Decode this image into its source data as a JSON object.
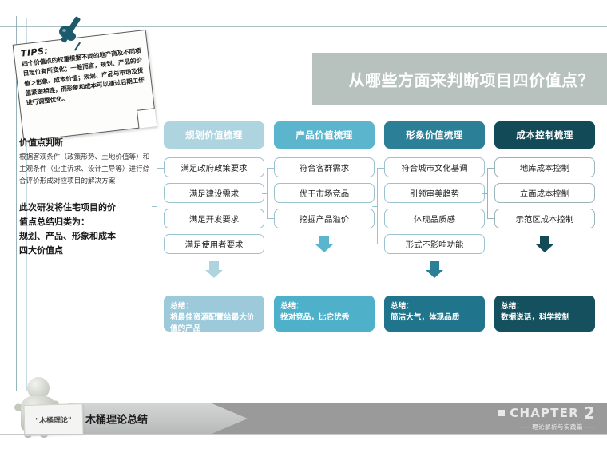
{
  "header": {
    "title": "从哪些方面来判断项目四价值点？"
  },
  "tips": {
    "label": "TIPS:",
    "body": "四个价值点的权重根据不同的地产商及不同项目定位有所变化；一般而言，规划、产品的价值＞形象、成本价值；规划、产品与市场及货值紧密相连，而形象和成本可以通过后期工作进行调整优化。"
  },
  "left_panel": {
    "heading": "价值点判断",
    "paragraph": "根据客观条件（政策形势、土地价值等）和主观条件（业主诉求、设计主导等）进行综合评价形成对应项目的解决方案",
    "conclusion_lines": [
      "此次研发将住宅项目的价",
      "值点总结归类为：",
      "规划、产品、形象和成本",
      "四大价值点"
    ]
  },
  "chart_data": {
    "type": "table",
    "title": "从哪些方面来判断项目四价值点？",
    "columns": [
      {
        "header": "规划价值梳理",
        "header_color": "#aed4e0",
        "accent": "#aed4e0",
        "border_color": "#9bc3cf",
        "items": [
          "满足政府政策要求",
          "满足建设需求",
          "满足开发要求",
          "满足使用者要求"
        ],
        "summary_title": "总结：",
        "summary_text": "将最佳资源配置给最大价值的产品",
        "summary_color": "#9ccada"
      },
      {
        "header": "产品价值梳理",
        "header_color": "#5bb6cd",
        "accent": "#5bb6cd",
        "border_color": "#9bc3cf",
        "items": [
          "符合客群需求",
          "优于市场竞品",
          "挖掘产品溢价"
        ],
        "summary_title": "总结：",
        "summary_text": "找对竞品，比它优秀",
        "summary_color": "#4eb0c9"
      },
      {
        "header": "形象价值梳理",
        "header_color": "#2b7f96",
        "accent": "#2b7f96",
        "border_color": "#9bc3cf",
        "items": [
          "符合城市文化基调",
          "引领审美趋势",
          "体现品质感",
          "形式不影响功能"
        ],
        "summary_title": "总结：",
        "summary_text": "简洁大气，体现品质",
        "summary_color": "#20758c"
      },
      {
        "header": "成本控制梳理",
        "header_color": "#124a58",
        "accent": "#124a58",
        "border_color": "#9bb4b8",
        "items": [
          "地库成本控制",
          "立面成本控制",
          "示范区成本控制"
        ],
        "summary_title": "总结：",
        "summary_text": "数据说话，科学控制",
        "summary_color": "#14505e"
      }
    ]
  },
  "footer": {
    "tab_label": "木桶理论总结",
    "mascot_sign": "\"木桶理论\"",
    "chapter_label": "CHAPTER",
    "chapter_number": "2",
    "chapter_subtitle": "——理论解析与实践篇——"
  }
}
